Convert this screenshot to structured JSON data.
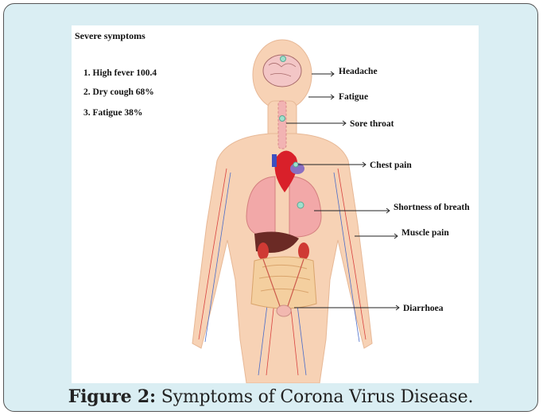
{
  "diagram": {
    "heading": "Severe symptoms",
    "severe_list": [
      "1. High fever 100.4",
      "2. Dry cough 68%",
      "3. Fatigue 38%"
    ],
    "labels": {
      "headache": "Headache",
      "fatigue": "Fatigue",
      "sore_throat": "Sore throat",
      "chest_pain": "Chest pain",
      "shortness_of_breath": "Shortness of breath",
      "muscle_pain": "Muscle pain",
      "diarrhoea": "Diarrhoea"
    }
  },
  "caption": {
    "label": "Figure 2:",
    "text": " Symptoms of Corona Virus Disease."
  }
}
